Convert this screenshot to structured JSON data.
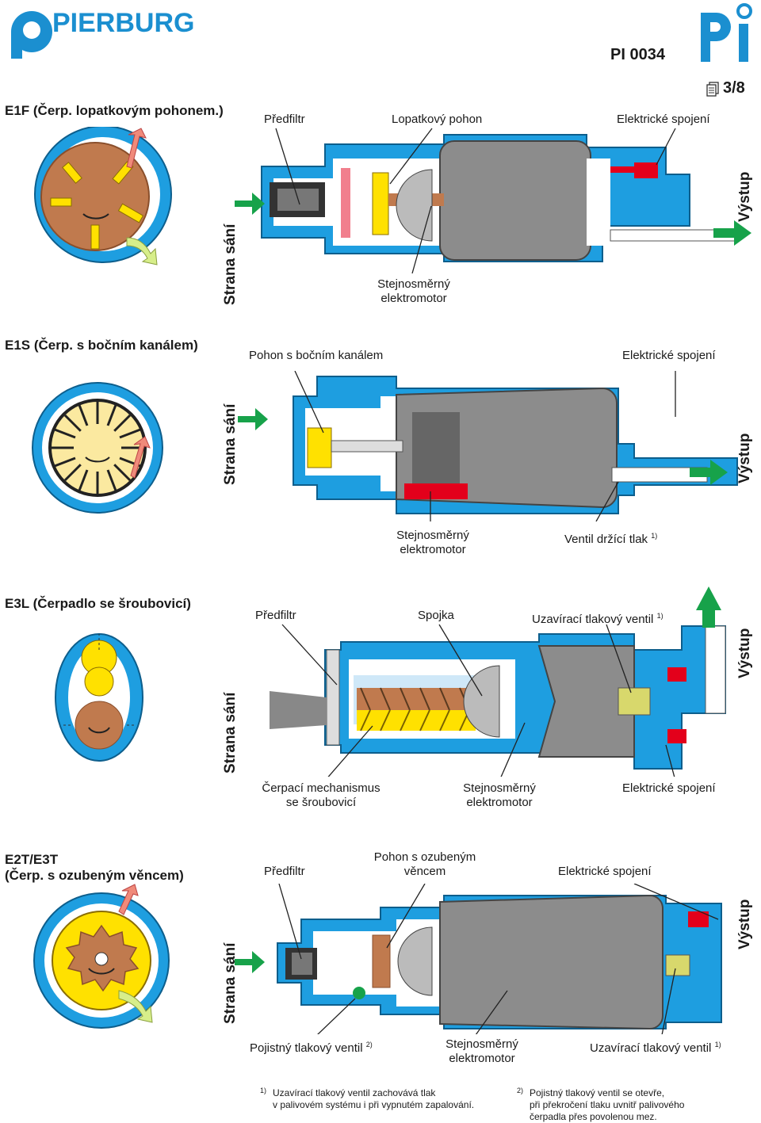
{
  "header": {
    "brand": "PIERBURG",
    "doc_number": "PI 0034",
    "page": "3/8",
    "brand_color": "#1b8fd0"
  },
  "common": {
    "suction_side": "Strana sání",
    "outlet": "Výstup"
  },
  "sections": [
    {
      "title": "E1F (Čerp. lopatkovým pohonem.)",
      "labels": {
        "prefilter": "Předfiltr",
        "vane_drive": "Lopatkový pohon",
        "electrical": "Elektrické spojení",
        "dc_motor_1": "Stejnosměrný",
        "dc_motor_2": "elektromotor"
      }
    },
    {
      "title": "E1S (Čerp. s bočním kanálem)",
      "labels": {
        "side_channel": "Pohon s bočním kanálem",
        "electrical": "Elektrické spojení",
        "dc_motor_1": "Stejnosměrný",
        "dc_motor_2": "elektromotor",
        "holding_valve": "Ventil držící tlak"
      }
    },
    {
      "title": "E3L (Čerpadlo se šroubovicí)",
      "labels": {
        "prefilter": "Předfiltr",
        "coupling": "Spojka",
        "shutoff_valve": "Uzavírací tlakový ventil",
        "pump_mech_1": "Čerpací mechanismus",
        "pump_mech_2": "se šroubovicí",
        "dc_motor_1": "Stejnosměrný",
        "dc_motor_2": "elektromotor",
        "electrical": "Elektrické spojení"
      }
    },
    {
      "title_1": "E2T/E3T",
      "title_2": "(Čerp. s ozubeným věncem)",
      "labels": {
        "prefilter": "Předfiltr",
        "gear_drive_1": "Pohon s ozubeným",
        "gear_drive_2": "věncem",
        "electrical": "Elektrické spojení",
        "safety_valve": "Pojistný tlakový ventil",
        "dc_motor_1": "Stejnosměrný",
        "dc_motor_2": "elektromotor",
        "shutoff_valve": "Uzavírací tlakový ventil"
      }
    }
  ],
  "footnotes": {
    "mark_1": "1)",
    "mark_2": "2)",
    "fn1_line1": "Uzavírací tlakový ventil zachovává tlak",
    "fn1_line2": "v palivovém systému i při vypnutém zapalování.",
    "fn2_line1": "Pojistný tlakový ventil se otevře,",
    "fn2_line2": "při překročení tlaku uvnitř palivového",
    "fn2_line3": "čerpadla přes povolenou mez."
  },
  "colors": {
    "housing_blue": "#1e9ee0",
    "motor_grey": "#8c8c8c",
    "arrow_green": "#17a24a",
    "red": "#e3001b",
    "yellow": "#ffe100",
    "brown": "#c07a4e"
  }
}
